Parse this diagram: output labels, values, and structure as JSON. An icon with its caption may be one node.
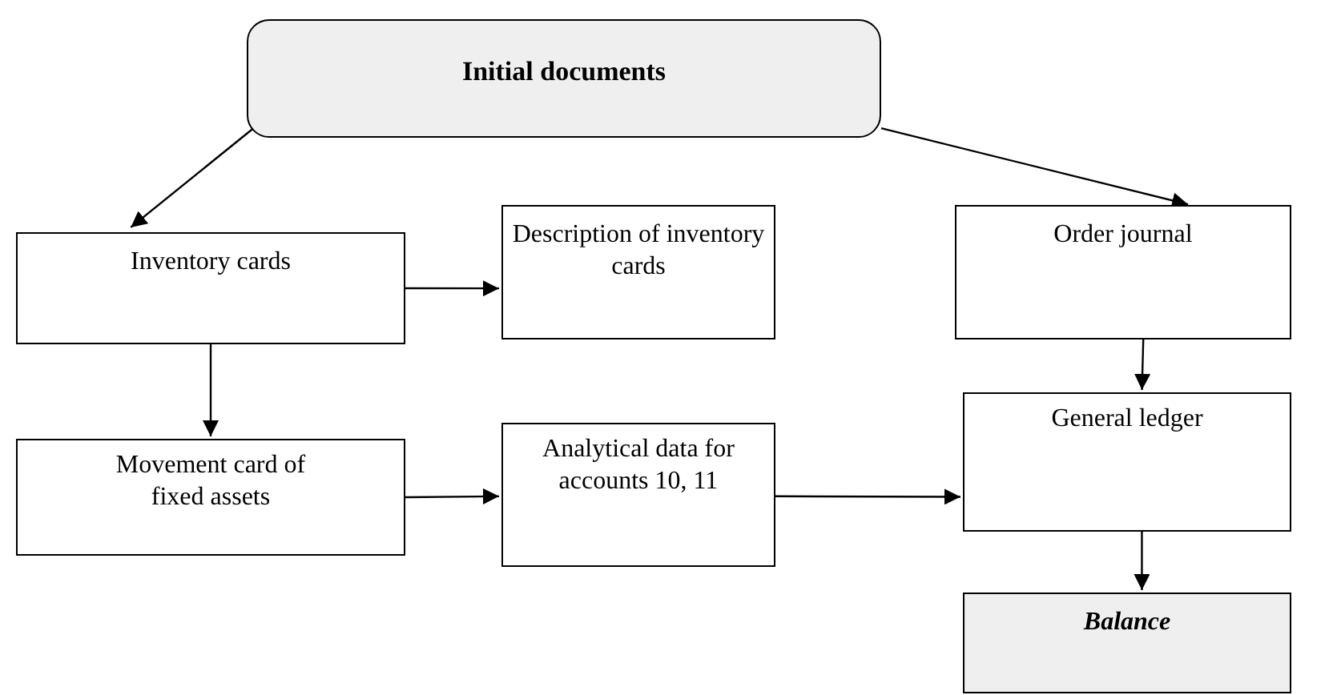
{
  "diagram": {
    "nodes": [
      {
        "text": [
          "Initial documents"
        ]
      },
      {
        "text": [
          "Inventory cards"
        ]
      },
      {
        "text": [
          "Description of inventory cards"
        ]
      },
      {
        "text": [
          "Order journal"
        ]
      },
      {
        "text": [
          "Movement card of fixed assets"
        ]
      },
      {
        "text": [
          "Analytical data for accounts 10, 11"
        ]
      },
      {
        "text": [
          "General ledger"
        ]
      },
      {
        "text": [
          "Balance"
        ]
      }
    ],
    "edges": [
      {
        "from": 0,
        "to": 1,
        "arrow": "to"
      },
      {
        "from": 0,
        "to": 3,
        "arrow": "to"
      },
      {
        "from": 1,
        "to": 2,
        "arrow": "to"
      },
      {
        "from": 1,
        "to": 4,
        "arrow": "to"
      },
      {
        "from": 4,
        "to": 5,
        "arrow": "to"
      },
      {
        "from": 5,
        "to": 6,
        "arrow": "to"
      },
      {
        "from": 3,
        "to": 6,
        "arrow": "to"
      },
      {
        "from": 6,
        "to": 7,
        "arrow": "to"
      }
    ]
  }
}
